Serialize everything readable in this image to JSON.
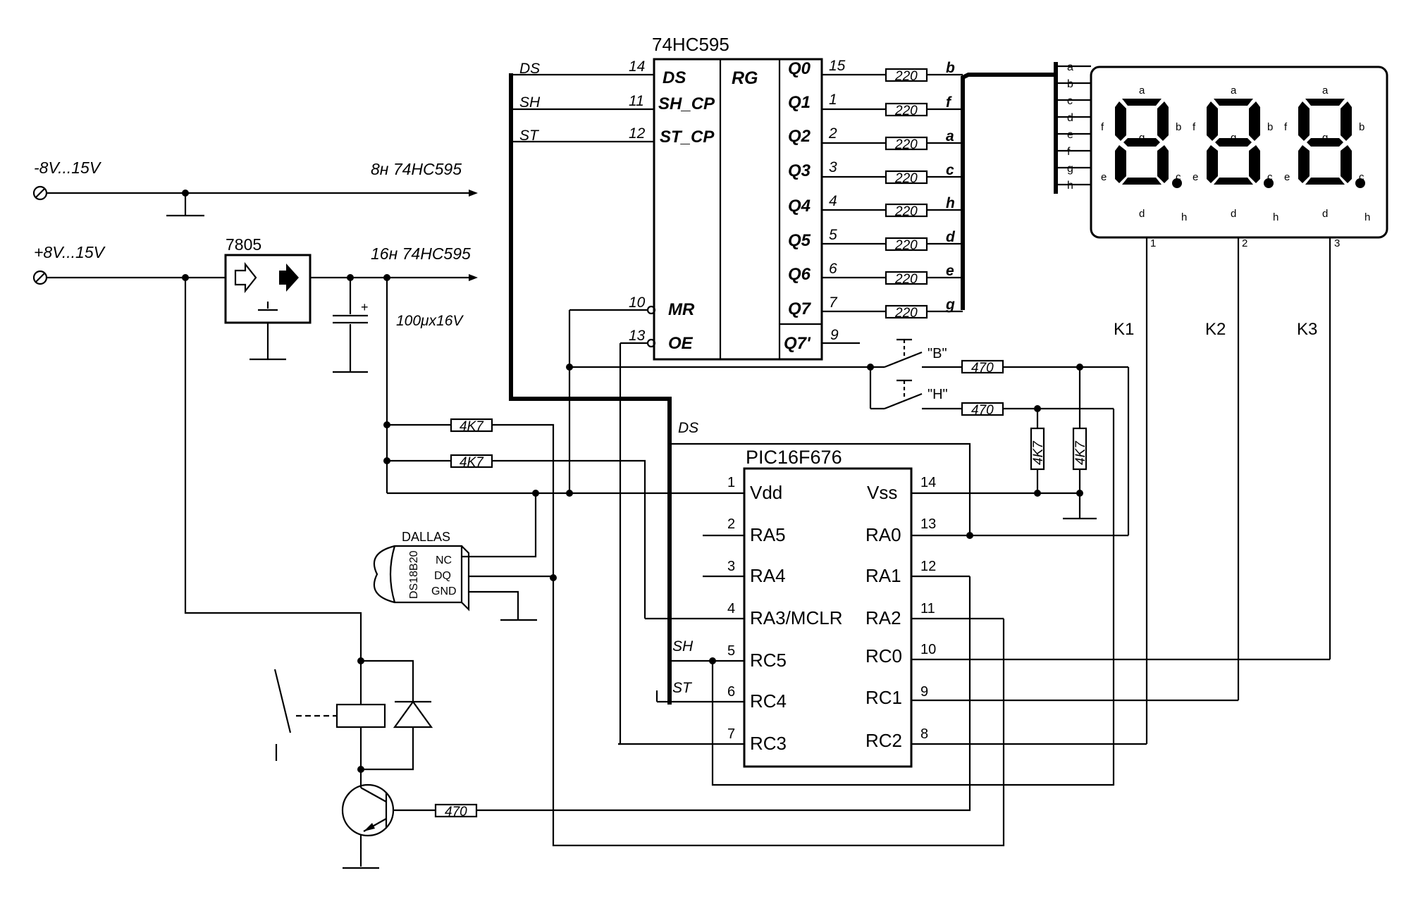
{
  "supply": {
    "neg_label": "-8V...15V",
    "pos_label": "+8V...15V",
    "pin8_label": "8н 74HC595",
    "pin16_label": "16н 74HC595",
    "regulator": "7805",
    "capacitor": "100μx16V",
    "cap_polarity": "+"
  },
  "shift_register": {
    "name": "74HC595",
    "core": "RG",
    "left_pins": [
      {
        "net": "DS",
        "num": "14",
        "name": "DS"
      },
      {
        "net": "SH",
        "num": "11",
        "name": "SH_CP"
      },
      {
        "net": "ST",
        "num": "12",
        "name": "ST_CP"
      },
      {
        "net": "",
        "num": "10",
        "name": "MR"
      },
      {
        "net": "",
        "num": "13",
        "name": "OE"
      }
    ],
    "right_pins": [
      {
        "num": "15",
        "name": "Q0",
        "res": "220",
        "seg": "b"
      },
      {
        "num": "1",
        "name": "Q1",
        "res": "220",
        "seg": "f"
      },
      {
        "num": "2",
        "name": "Q2",
        "res": "220",
        "seg": "a"
      },
      {
        "num": "3",
        "name": "Q3",
        "res": "220",
        "seg": "c"
      },
      {
        "num": "4",
        "name": "Q4",
        "res": "220",
        "seg": "h"
      },
      {
        "num": "5",
        "name": "Q5",
        "res": "220",
        "seg": "d"
      },
      {
        "num": "6",
        "name": "Q6",
        "res": "220",
        "seg": "e"
      },
      {
        "num": "7",
        "name": "Q7",
        "res": "220",
        "seg": "g"
      }
    ],
    "q7s": {
      "num": "9",
      "name": "Q7'"
    }
  },
  "display": {
    "bus_labels": [
      "a",
      "b",
      "c",
      "d",
      "e",
      "f",
      "g",
      "h"
    ],
    "digits": [
      {
        "pin": "1",
        "common": "K1"
      },
      {
        "pin": "2",
        "common": "K2"
      },
      {
        "pin": "3",
        "common": "K3"
      }
    ],
    "seg_letters": {
      "a": "a",
      "b": "b",
      "c": "c",
      "d": "d",
      "e": "e",
      "f": "f",
      "g": "g",
      "h": "h"
    }
  },
  "buttons": {
    "up_label": "\"B\"",
    "down_label": "\"H\"",
    "up_res": "470",
    "down_res": "470",
    "pullup_1": "4K7",
    "pullup_2": "4K7"
  },
  "mcu": {
    "name": "PIC16F676",
    "left_pins": [
      {
        "num": "1",
        "name": "Vdd"
      },
      {
        "num": "2",
        "name": "RA5"
      },
      {
        "num": "3",
        "name": "RA4"
      },
      {
        "num": "4",
        "name": "RA3/MCLR"
      },
      {
        "num": "5",
        "name": "RC5"
      },
      {
        "num": "6",
        "name": "RC4"
      },
      {
        "num": "7",
        "name": "RC3"
      }
    ],
    "right_pins": [
      {
        "num": "14",
        "name": "Vss"
      },
      {
        "num": "13",
        "name": "RA0"
      },
      {
        "num": "12",
        "name": "RA1"
      },
      {
        "num": "11",
        "name": "RA2"
      },
      {
        "num": "10",
        "name": "RC0"
      },
      {
        "num": "9",
        "name": "RC1"
      },
      {
        "num": "8",
        "name": "RC2"
      }
    ],
    "net_ds": "DS",
    "net_sh": "SH",
    "net_st": "ST"
  },
  "sensor": {
    "brand": "DALLAS",
    "model": "DS18B20",
    "pins": [
      "NC",
      "DQ",
      "GND"
    ],
    "pullup_1": "4K7",
    "pullup_2": "4K7"
  },
  "relay_driver": {
    "base_res": "470"
  }
}
